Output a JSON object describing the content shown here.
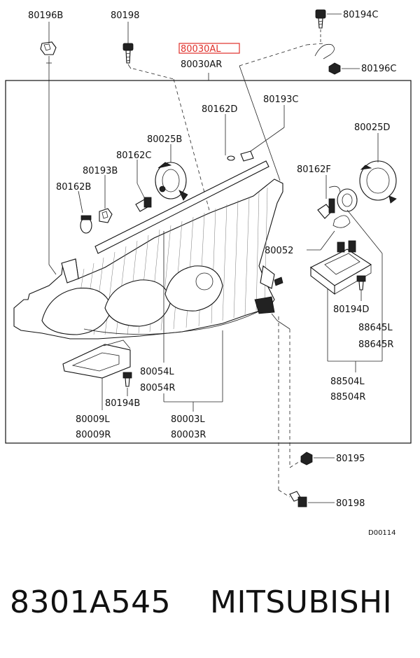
{
  "diagram": {
    "labels": {
      "p80196B": "80196B",
      "p80198_top": "80198",
      "p80194C": "80194C",
      "p80196C": "80196C",
      "p80030AL": "80030AL",
      "p80030AR": "80030AR",
      "p80162D": "80162D",
      "p80193C": "80193C",
      "p80025B": "80025B",
      "p80025D": "80025D",
      "p80162C": "80162C",
      "p80193B": "80193B",
      "p80162B": "80162B",
      "p80162F": "80162F",
      "p80052": "80052",
      "p80194D": "80194D",
      "p88645L": "88645L",
      "p88645R": "88645R",
      "p80054L": "80054L",
      "p80054R": "80054R",
      "p88504L": "88504L",
      "p88504R": "88504R",
      "p80194B": "80194B",
      "p80009L": "80009L",
      "p80009R": "80009R",
      "p80003L": "80003L",
      "p80003R": "80003R",
      "p80195": "80195",
      "p80198_bottom": "80198",
      "code": "D00114"
    },
    "highlight_color": "#e0302a"
  },
  "footer": {
    "part_number": "8301A545",
    "brand": "MITSUBISHI"
  }
}
